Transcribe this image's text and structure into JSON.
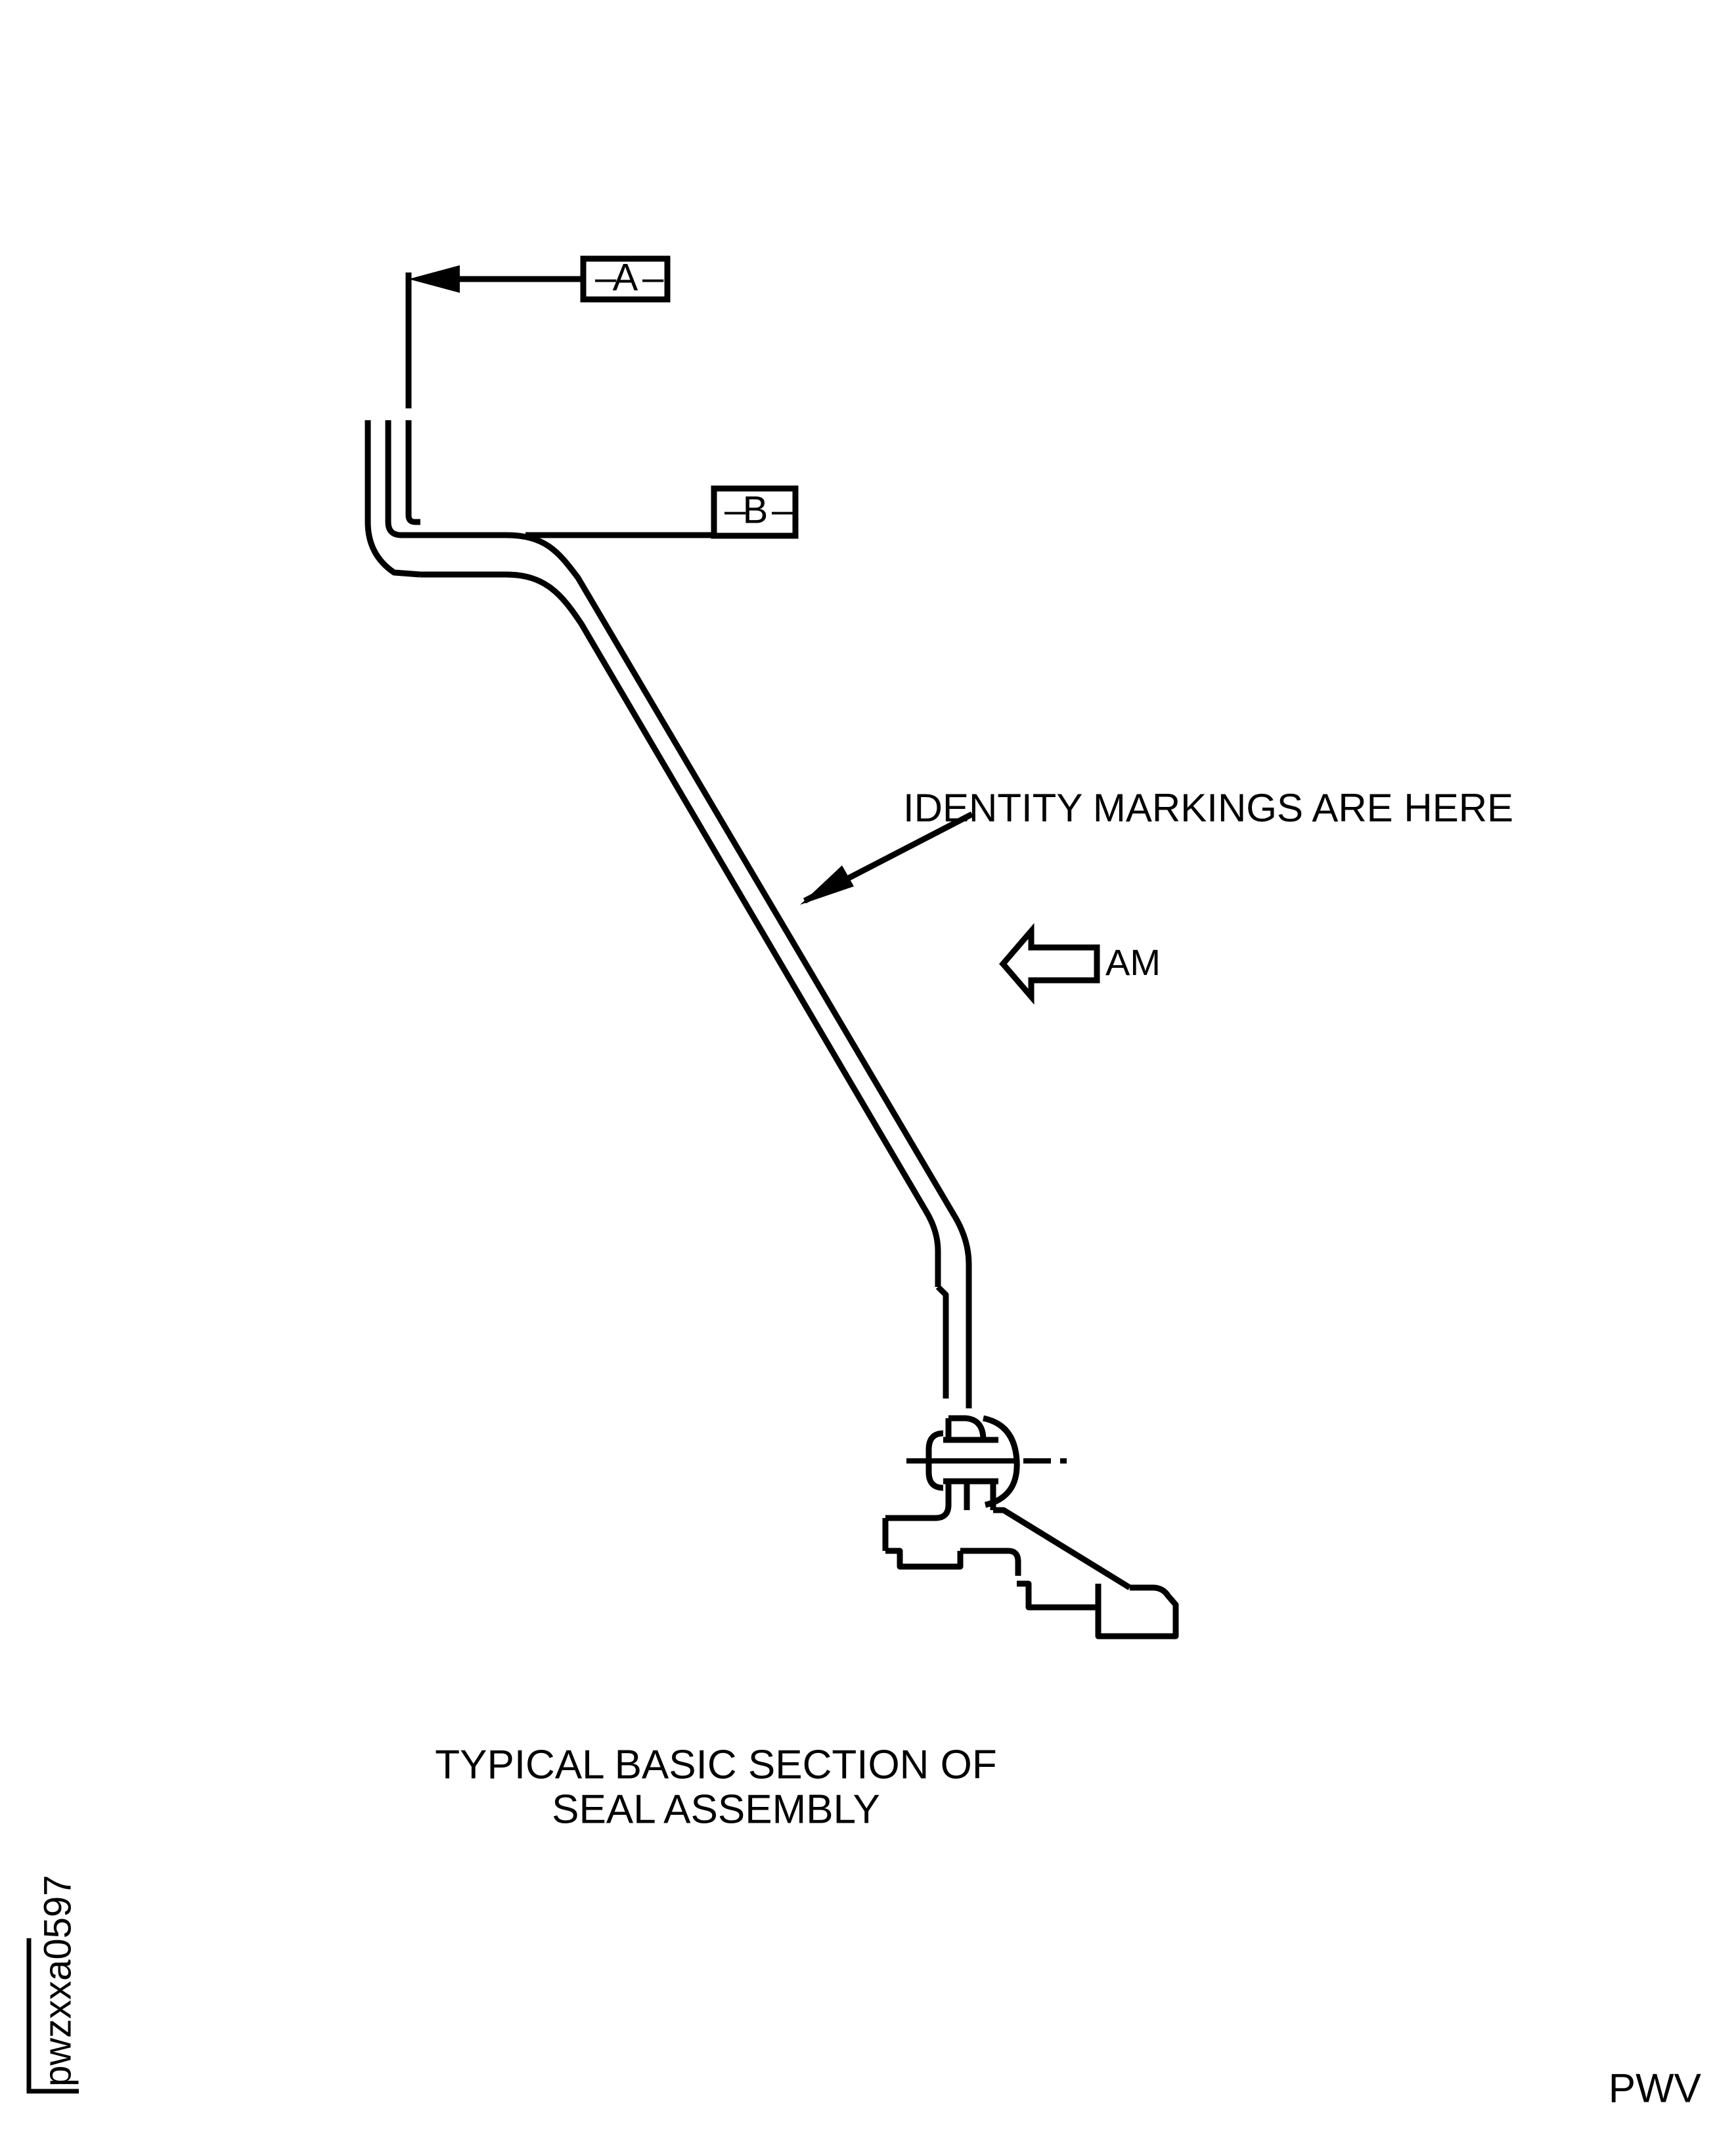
{
  "drawing": {
    "title_line_1": "TYPICAL BASIC SECTION OF",
    "title_line_2": "SEAL ASSEMBLY",
    "figure_id": "pwzxxa0597",
    "corner_code": "PWV",
    "line_color": "#000000",
    "background_color": "#ffffff"
  },
  "datums": [
    {
      "id": "datum-a",
      "label": "– A –",
      "letter": "A",
      "dash_left": "–",
      "dash_right": "–"
    },
    {
      "id": "datum-b",
      "label": "– B –",
      "letter": "B",
      "dash_left": "–",
      "dash_right": "–"
    }
  ],
  "annotations": {
    "identity_markings": "IDENTITY MARKINGS ARE HERE",
    "direction_arrow_label": "AM"
  }
}
